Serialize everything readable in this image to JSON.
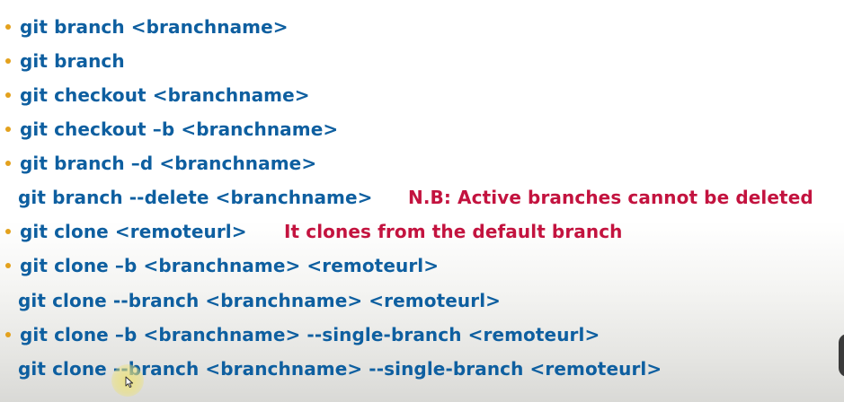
{
  "colors": {
    "command_text": "#0e5fa0",
    "note_text": "#c3133f",
    "bullet": "#e3a11d"
  },
  "lines": [
    {
      "bullet": true,
      "command": "git branch <branchname>",
      "note": ""
    },
    {
      "bullet": true,
      "command": "git branch",
      "note": ""
    },
    {
      "bullet": true,
      "command": "git checkout <branchname>",
      "note": ""
    },
    {
      "bullet": true,
      "command": "git checkout –b <branchname>",
      "note": ""
    },
    {
      "bullet": true,
      "command": "git branch –d <branchname>",
      "note": ""
    },
    {
      "bullet": false,
      "command": "git branch --delete <branchname>",
      "note": "N.B: Active branches cannot be deleted"
    },
    {
      "bullet": true,
      "command": "git clone <remoteurl>",
      "note": "It clones from the default branch"
    },
    {
      "bullet": true,
      "command": "git clone –b <branchname> <remoteurl>",
      "note": ""
    },
    {
      "bullet": false,
      "command": "git clone --branch <branchname> <remoteurl>",
      "note": ""
    },
    {
      "bullet": true,
      "command": "git clone –b <branchname> --single-branch <remoteurl>",
      "note": ""
    },
    {
      "bullet": false,
      "command": "git clone --branch <branchname> --single-branch <remoteurl>",
      "note": ""
    }
  ],
  "icons": {
    "mouse_pointer": "cursor-arrow-icon"
  }
}
